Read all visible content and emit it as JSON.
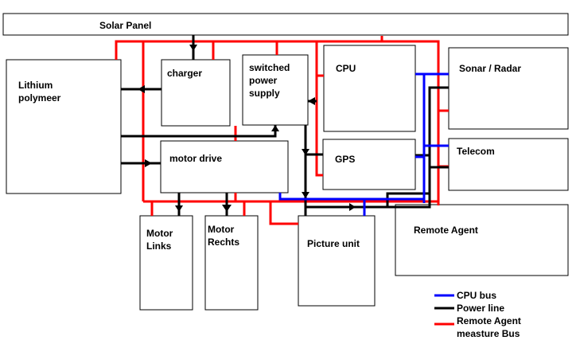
{
  "blocks": {
    "solar_panel": "Solar Panel",
    "lithium": [
      "Lithium",
      "polymeer"
    ],
    "charger": "charger",
    "switched_power_supply": [
      "switched",
      "power",
      "supply"
    ],
    "cpu": "CPU",
    "sonar_radar": "Sonar / Radar",
    "gps": "GPS",
    "telecom": "Telecom",
    "motor_drive": "motor drive",
    "motor_links": [
      "Motor",
      "Links"
    ],
    "motor_rechts": [
      "Motor",
      "Rechts"
    ],
    "picture_unit": "Picture unit",
    "remote_agent": "Remote Agent"
  },
  "legend": {
    "cpu_bus": "CPU bus",
    "power_line": "Power line",
    "remote_agent_bus": [
      "Remote Agent",
      "measture Bus"
    ]
  },
  "colors": {
    "cpu_bus": "#0000ff",
    "power_line": "#000000",
    "remote_agent_bus": "#ff0000"
  }
}
